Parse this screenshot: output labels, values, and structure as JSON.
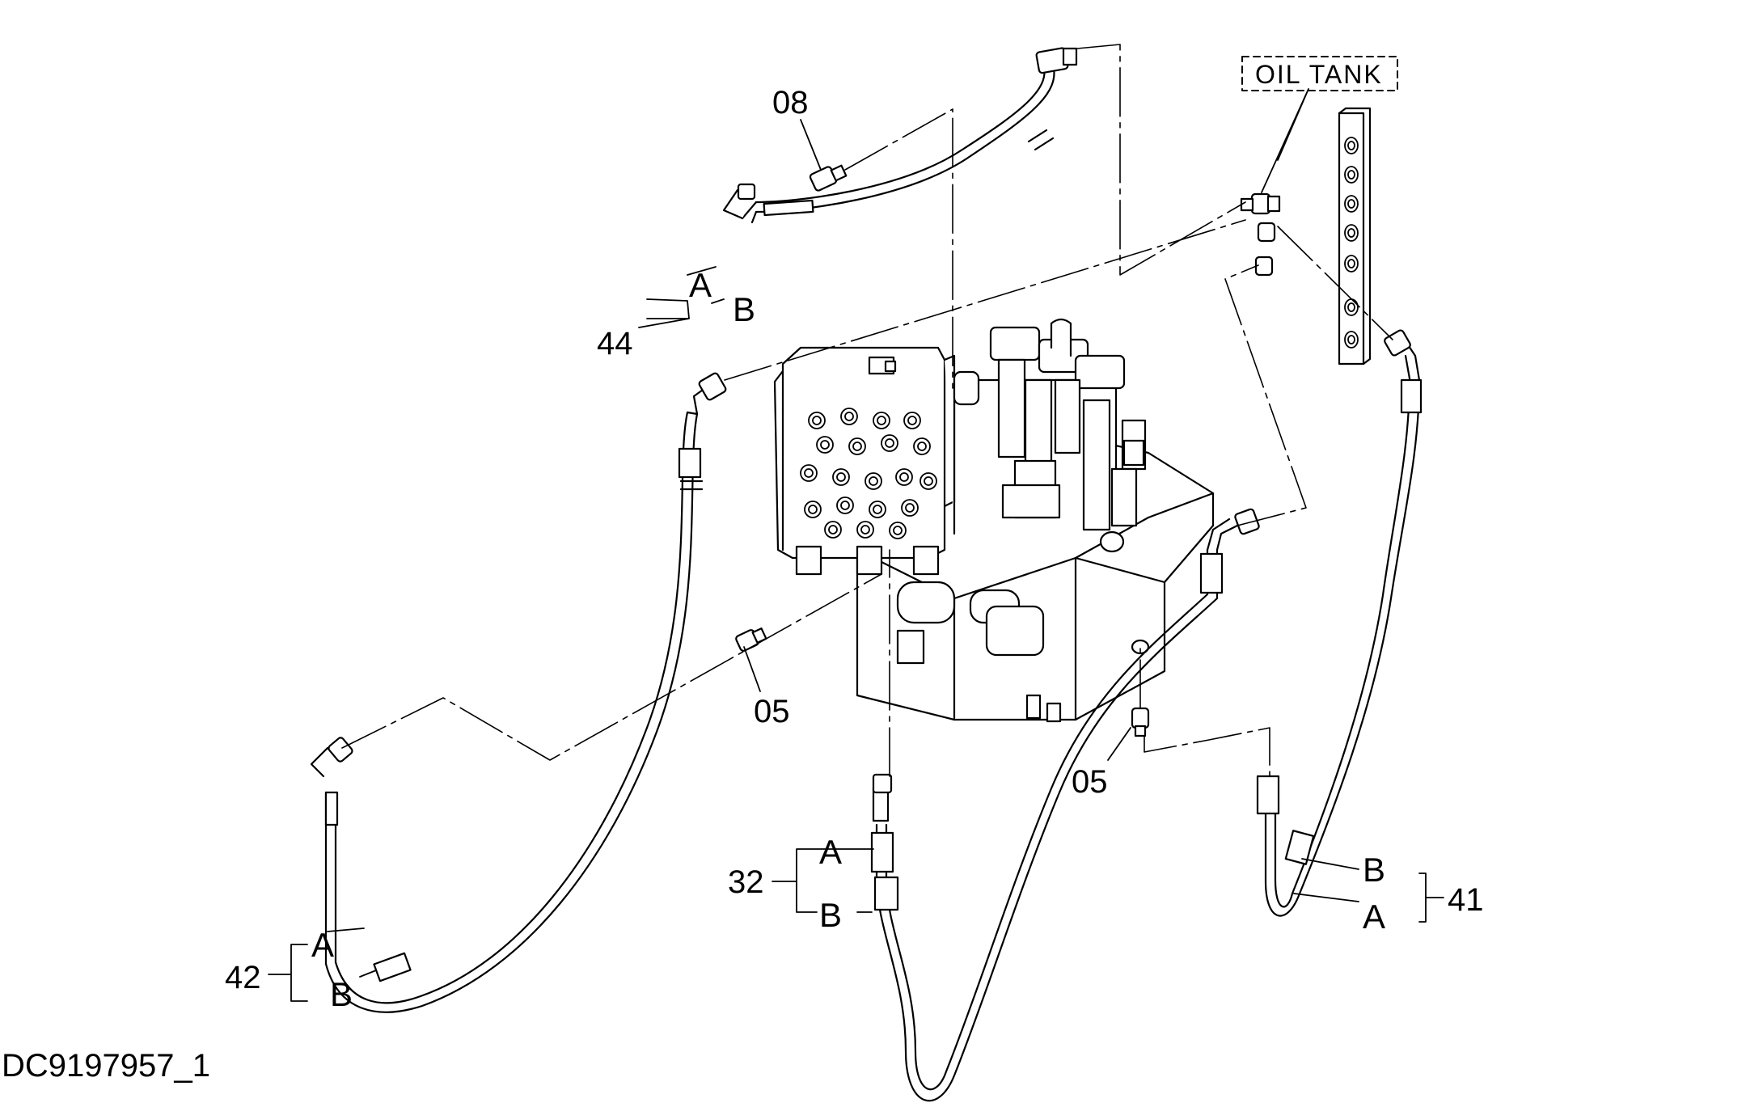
{
  "document_id": "DC9197957_1",
  "tank_label": "OIL  TANK",
  "callouts": {
    "p08": "08",
    "p44": "44",
    "p05a": "05",
    "p05b": "05",
    "p32": "32",
    "p41": "41",
    "p42": "42"
  },
  "hose_ends": {
    "h44": {
      "a": "A",
      "b": "B"
    },
    "h32": {
      "a": "A",
      "b": "B"
    },
    "h41": {
      "a": "A",
      "b": "B"
    },
    "h42": {
      "a": "A",
      "b": "B"
    }
  }
}
